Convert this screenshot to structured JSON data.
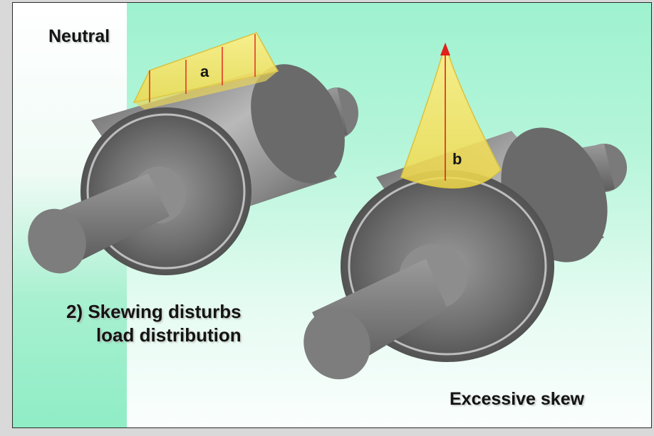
{
  "labels": {
    "neutral": "Neutral",
    "excessive_skew": "Excessive skew",
    "caption_line1": "2) Skewing disturbs",
    "caption_line2": "load distribution",
    "load_a": "a",
    "load_b": "b"
  },
  "colors": {
    "background_mint": "#9ef2d0",
    "load_fill": "#f4e36a",
    "load_arrow": "#e0201a",
    "roller_steel": "#8a8a8a",
    "shaft_grey": "#7d7d7d"
  }
}
